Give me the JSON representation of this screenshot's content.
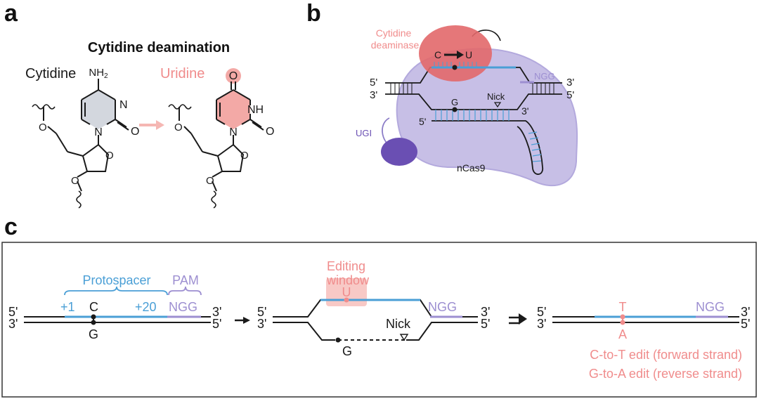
{
  "colors": {
    "blue": "#4a9fd6",
    "purple": "#9d8fd1",
    "pink": "#f08c8c",
    "pink_fill": "#f5b7b3",
    "deaminase": "#e2686a",
    "cas9": "#c7bfe6",
    "ugi": "#6a4fb3",
    "pyrimidine_grey": "#d3d7de",
    "pyrimidine_pink": "#f3a9a6",
    "dark": "#1a1a1a"
  },
  "panel_a": {
    "letter": "a",
    "title": "Cytidine deamination",
    "cytidine_label": "Cytidine",
    "uridine_label": "Uridine",
    "nh2": "NH",
    "nh2_sub": "2",
    "o": "O",
    "n": "N",
    "nh": "NH",
    "arrow_icon": "arrow-right-icon"
  },
  "panel_b": {
    "letter": "b",
    "deaminase_label": "Cytidine deaminase",
    "deaminase_label_line1": "Cytidine",
    "deaminase_label_line2": "deaminase",
    "c_to_u_c": "C",
    "c_to_u_u": "U",
    "five_prime": "5'",
    "three_prime": "3'",
    "ngg": "NGG",
    "g": "G",
    "nick": "Nick",
    "ugi": "UGI",
    "ncas9": "nCas9"
  },
  "panel_c": {
    "letter": "c",
    "protospacer": "Protospacer",
    "pam": "PAM",
    "plus1": "+1",
    "plus20": "+20",
    "c": "C",
    "g": "G",
    "ngg": "NGG",
    "five_prime": "5'",
    "three_prime": "3'",
    "editing_window_line1": "Editing",
    "editing_window_line2": "window",
    "u": "U",
    "nick": "Nick",
    "t": "T",
    "a": "A",
    "edit_forward": "C-to-T edit (forward strand)",
    "edit_reverse": "G-to-A edit (reverse strand)"
  }
}
